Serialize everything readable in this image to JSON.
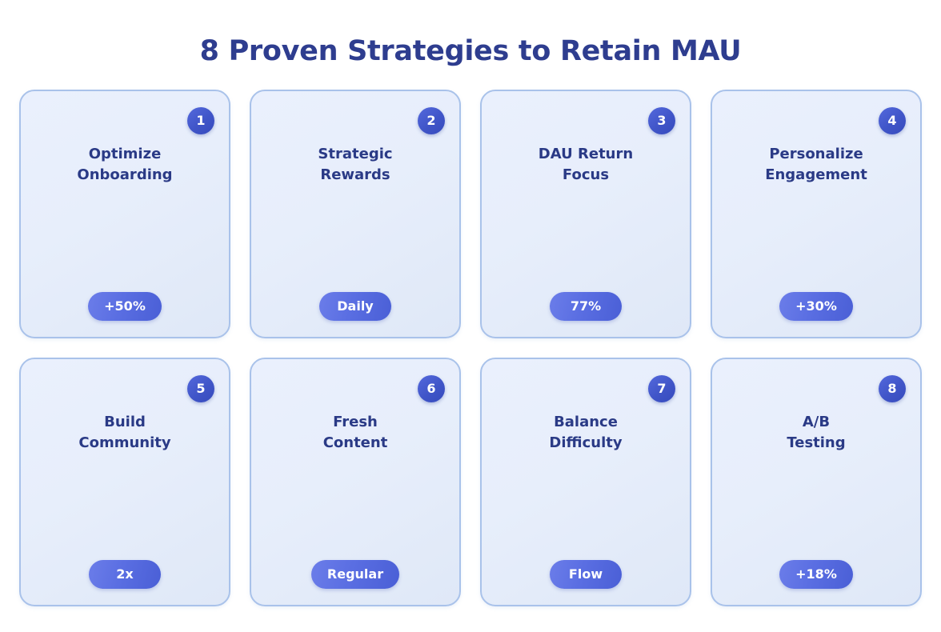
{
  "page": {
    "title": "8 Proven Strategies to Retain MAU",
    "background_color": "#ffffff"
  },
  "theme": {
    "title_color": "#2e3d8f",
    "card_fill_start": "#eaf0fd",
    "card_fill_end": "#dfe8f7",
    "card_border_color": "#a9c2ea",
    "number_badge_color": "#4055c8",
    "pill_badge_color": "#5a6ee2",
    "badge_text_color": "#ffffff"
  },
  "cards": [
    {
      "number": "1",
      "title": "Optimize\nOnboarding",
      "badge": "+50%"
    },
    {
      "number": "2",
      "title": "Strategic\nRewards",
      "badge": "Daily"
    },
    {
      "number": "3",
      "title": "DAU Return\nFocus",
      "badge": "77%"
    },
    {
      "number": "4",
      "title": "Personalize\nEngagement",
      "badge": "+30%"
    },
    {
      "number": "5",
      "title": "Build\nCommunity",
      "badge": "2x"
    },
    {
      "number": "6",
      "title": "Fresh\nContent",
      "badge": "Regular"
    },
    {
      "number": "7",
      "title": "Balance\nDifficulty",
      "badge": "Flow"
    },
    {
      "number": "8",
      "title": "A/B\nTesting",
      "badge": "+18%"
    }
  ]
}
